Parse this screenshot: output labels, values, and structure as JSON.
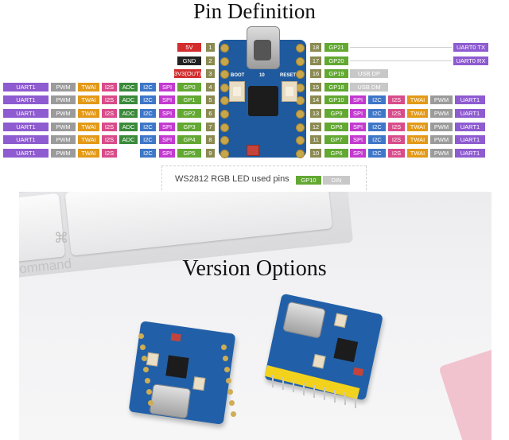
{
  "title": "Pin Definition",
  "section_title": "Version Options",
  "keyboard_text": "ommand",
  "keyboard_glyph": "⌘",
  "board": {
    "label_boot": "BOOT",
    "label_10": "10",
    "label_reset": "RESET"
  },
  "led_caption": {
    "text": "WS2812 RGB LED used pins",
    "gpio": "GP10",
    "din": "DIN"
  },
  "colors": {
    "5V": "#d32d2d",
    "GND": "#222222",
    "3V3": "#d32d2d",
    "GP": "#62a832",
    "UART": "#8e5bd0",
    "PWM": "#9b9b9b",
    "TWAI": "#e39a18",
    "I2S": "#d94c8a",
    "ADC": "#3a8a3a",
    "I2C": "#3e76c8",
    "SPI": "#c33ad0",
    "PIN": "#8a8a52",
    "USB": "#c8c8c8"
  },
  "left_rows": [
    {
      "num": "1",
      "gp": "5V",
      "gp_type": "5V"
    },
    {
      "num": "2",
      "gp": "GND",
      "gp_type": "GND"
    },
    {
      "num": "3",
      "gp": "3V3(OUT)",
      "gp_type": "3V3"
    },
    {
      "num": "4",
      "gp": "GP0",
      "gp_type": "GP",
      "funcs": [
        "UART1",
        "PWM",
        "TWAI",
        "I2S",
        "ADC",
        "I2C",
        "SPI"
      ]
    },
    {
      "num": "5",
      "gp": "GP1",
      "gp_type": "GP",
      "funcs": [
        "UART1",
        "PWM",
        "TWAI",
        "I2S",
        "ADC",
        "I2C",
        "SPI"
      ]
    },
    {
      "num": "6",
      "gp": "GP2",
      "gp_type": "GP",
      "funcs": [
        "UART1",
        "PWM",
        "TWAI",
        "I2S",
        "ADC",
        "I2C",
        "SPI"
      ]
    },
    {
      "num": "7",
      "gp": "GP3",
      "gp_type": "GP",
      "funcs": [
        "UART1",
        "PWM",
        "TWAI",
        "I2S",
        "ADC",
        "I2C",
        "SPI"
      ]
    },
    {
      "num": "8",
      "gp": "GP4",
      "gp_type": "GP",
      "funcs": [
        "UART1",
        "PWM",
        "TWAI",
        "I2S",
        "ADC",
        "I2C",
        "SPI"
      ]
    },
    {
      "num": "9",
      "gp": "GP5",
      "gp_type": "GP",
      "funcs": [
        "UART1",
        "PWM",
        "TWAI",
        "I2S",
        "",
        "I2C",
        "SPI"
      ]
    }
  ],
  "right_rows": [
    {
      "num": "18",
      "gp": "GP21",
      "gp_type": "GP",
      "uart0": "UART0 TX"
    },
    {
      "num": "17",
      "gp": "GP20",
      "gp_type": "GP",
      "uart0": "UART0 RX"
    },
    {
      "num": "16",
      "gp": "GP19",
      "gp_type": "GP",
      "usb": "USB DP"
    },
    {
      "num": "15",
      "gp": "GP18",
      "gp_type": "GP",
      "usb": "USB DM"
    },
    {
      "num": "14",
      "gp": "GP10",
      "gp_type": "GP",
      "funcs": [
        "SPI",
        "I2C",
        "I2S",
        "TWAI",
        "PWM",
        "UART1"
      ]
    },
    {
      "num": "13",
      "gp": "GP9",
      "gp_type": "GP",
      "funcs": [
        "SPI",
        "I2C",
        "I2S",
        "TWAI",
        "PWM",
        "UART1"
      ]
    },
    {
      "num": "12",
      "gp": "GP8",
      "gp_type": "GP",
      "funcs": [
        "SPI",
        "I2C",
        "I2S",
        "TWAI",
        "PWM",
        "UART1"
      ]
    },
    {
      "num": "11",
      "gp": "GP7",
      "gp_type": "GP",
      "funcs": [
        "SPI",
        "I2C",
        "I2S",
        "TWAI",
        "PWM",
        "UART1"
      ]
    },
    {
      "num": "10",
      "gp": "GP6",
      "gp_type": "GP",
      "funcs": [
        "SPI",
        "I2C",
        "I2S",
        "TWAI",
        "PWM",
        "UART1"
      ]
    }
  ]
}
